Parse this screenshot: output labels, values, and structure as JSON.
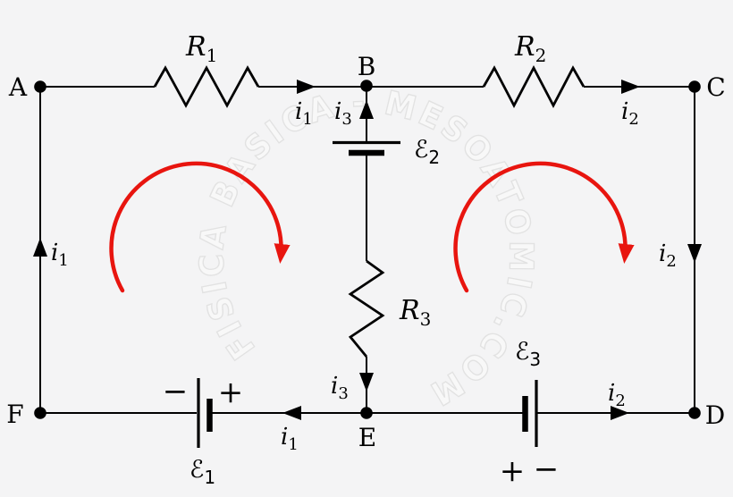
{
  "title": "Kirchhoff circuit diagram with two loops",
  "colors": {
    "background": "#f4f4f5",
    "wire": "#000000",
    "loop": "#e8150f",
    "watermark_fill": "#f8f8f8",
    "watermark_stroke": "#e2e2e2"
  },
  "watermark": {
    "text": "FISICA BASICA - MESOATOMIC.COM"
  },
  "nodes": {
    "a": "A",
    "b": "B",
    "c": "C",
    "d": "D",
    "e": "E",
    "f": "F"
  },
  "components": {
    "r1": {
      "base": "R",
      "sub": "1"
    },
    "r2": {
      "base": "R",
      "sub": "2"
    },
    "r3": {
      "base": "R",
      "sub": "3"
    },
    "emf1": {
      "base": "ℰ",
      "sub": "1"
    },
    "emf2": {
      "base": "ℰ",
      "sub": "2"
    },
    "emf3": {
      "base": "ℰ",
      "sub": "3"
    }
  },
  "currents": {
    "i1": {
      "base": "i",
      "sub": "1"
    },
    "i2": {
      "base": "i",
      "sub": "2"
    },
    "i3": {
      "base": "i",
      "sub": "3"
    }
  },
  "polarity": {
    "plus": "+",
    "minus": "−"
  }
}
